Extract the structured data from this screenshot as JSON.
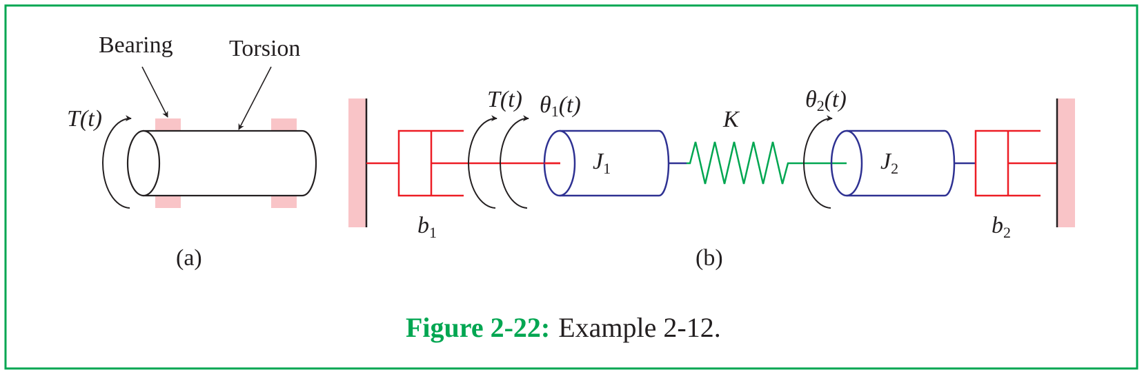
{
  "colors": {
    "border": "#00a651",
    "bearing": "#f9c4c7",
    "wall": "#f9c4c7",
    "damper": "#ed1c24",
    "inertia": "#2e3192",
    "spring": "#00a651",
    "ink": "#231f20",
    "caption_number": "#00a651"
  },
  "part_a": {
    "labels": {
      "bearing": "Bearing",
      "torsion": "Torsion",
      "torque": "T(t)"
    },
    "sublabel": "(a)"
  },
  "part_b": {
    "labels": {
      "torque": "T(t)",
      "theta1_sym": "θ",
      "theta1_sub": "1",
      "theta1_arg": "(t)",
      "theta2_sym": "θ",
      "theta2_sub": "2",
      "theta2_arg": "(t)",
      "spring": "K",
      "j1_sym": "J",
      "j1_sub": "1",
      "j2_sym": "J",
      "j2_sub": "2",
      "b1_sym": "b",
      "b1_sub": "1",
      "b2_sym": "b",
      "b2_sub": "2"
    },
    "sublabel": "(b)"
  },
  "caption": {
    "number": "Figure 2-22:",
    "text": "Example 2-12."
  }
}
